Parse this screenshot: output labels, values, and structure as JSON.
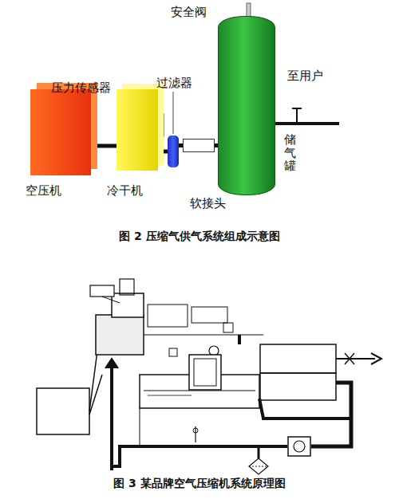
{
  "diagram": {
    "nodes": [
      {
        "text": [
          "空压机"
        ]
      },
      {
        "text": [
          "冷干机"
        ]
      },
      {
        "text": [
          "过滤器"
        ]
      },
      {
        "text": [
          "软接头"
        ]
      },
      {
        "text": [
          "储气罐"
        ]
      }
    ],
    "edges": [
      {
        "from": 0,
        "to": 1,
        "arrow": "none"
      },
      {
        "from": 1,
        "to": 2,
        "arrow": "none"
      },
      {
        "from": 2,
        "to": 3,
        "arrow": "none"
      },
      {
        "from": 3,
        "to": 4,
        "arrow": "none"
      }
    ],
    "labels": [
      "安全阀",
      "压力传感器",
      "至用户",
      "图 2 压缩气供气系统组成示意图",
      "图 3 某品牌空气压缩机系统原理图"
    ]
  }
}
